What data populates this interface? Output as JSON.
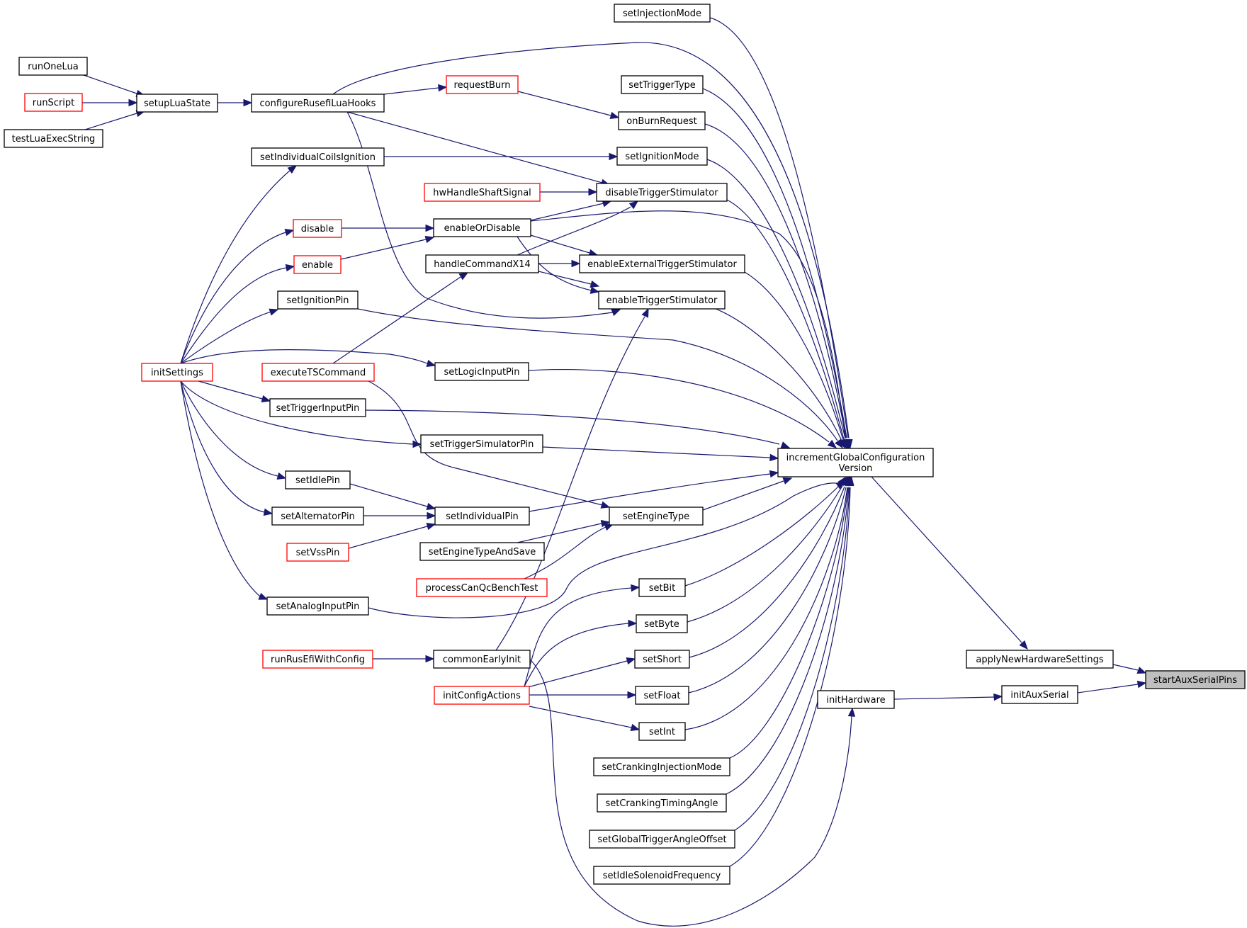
{
  "colors": {
    "edge": "#191970",
    "node_border": "#000000",
    "node_border_truncated": "#ff0000",
    "focus_fill": "#bfbfbf",
    "node_fill": "#ffffff"
  },
  "nodes": [
    {
      "id": "startAuxSerialPins",
      "lines": [
        "startAuxSerialPins"
      ],
      "style": "focus"
    },
    {
      "id": "applyNewHardwareSettings",
      "lines": [
        "applyNewHardwareSettings"
      ],
      "style": "normal"
    },
    {
      "id": "initAuxSerial",
      "lines": [
        "initAuxSerial"
      ],
      "style": "normal"
    },
    {
      "id": "incrementGlobalConfigurationVersion",
      "lines": [
        "incrementGlobalConfiguration",
        "Version"
      ],
      "style": "normal"
    },
    {
      "id": "initHardware",
      "lines": [
        "initHardware"
      ],
      "style": "normal"
    },
    {
      "id": "setInjectionMode",
      "lines": [
        "setInjectionMode"
      ],
      "style": "normal"
    },
    {
      "id": "setTriggerType",
      "lines": [
        "setTriggerType"
      ],
      "style": "normal"
    },
    {
      "id": "onBurnRequest",
      "lines": [
        "onBurnRequest"
      ],
      "style": "normal"
    },
    {
      "id": "setIgnitionMode",
      "lines": [
        "setIgnitionMode"
      ],
      "style": "normal"
    },
    {
      "id": "disableTriggerStimulator",
      "lines": [
        "disableTriggerStimulator"
      ],
      "style": "normal"
    },
    {
      "id": "enableExternalTriggerStimulator",
      "lines": [
        "enableExternalTriggerStimulator"
      ],
      "style": "normal"
    },
    {
      "id": "enableTriggerStimulator",
      "lines": [
        "enableTriggerStimulator"
      ],
      "style": "normal"
    },
    {
      "id": "setEngineType",
      "lines": [
        "setEngineType"
      ],
      "style": "normal"
    },
    {
      "id": "setBit",
      "lines": [
        "setBit"
      ],
      "style": "normal"
    },
    {
      "id": "setByte",
      "lines": [
        "setByte"
      ],
      "style": "normal"
    },
    {
      "id": "setShort",
      "lines": [
        "setShort"
      ],
      "style": "normal"
    },
    {
      "id": "setFloat",
      "lines": [
        "setFloat"
      ],
      "style": "normal"
    },
    {
      "id": "setInt",
      "lines": [
        "setInt"
      ],
      "style": "normal"
    },
    {
      "id": "setCrankingInjectionMode",
      "lines": [
        "setCrankingInjectionMode"
      ],
      "style": "normal"
    },
    {
      "id": "setCrankingTimingAngle",
      "lines": [
        "setCrankingTimingAngle"
      ],
      "style": "normal"
    },
    {
      "id": "setGlobalTriggerAngleOffset",
      "lines": [
        "setGlobalTriggerAngleOffset"
      ],
      "style": "normal"
    },
    {
      "id": "setIdleSolenoidFrequency",
      "lines": [
        "setIdleSolenoidFrequency"
      ],
      "style": "normal"
    },
    {
      "id": "requestBurn",
      "lines": [
        "requestBurn"
      ],
      "style": "truncated"
    },
    {
      "id": "hwHandleShaftSignal",
      "lines": [
        "hwHandleShaftSignal"
      ],
      "style": "truncated"
    },
    {
      "id": "enableOrDisable",
      "lines": [
        "enableOrDisable"
      ],
      "style": "normal"
    },
    {
      "id": "handleCommandX14",
      "lines": [
        "handleCommandX14"
      ],
      "style": "normal"
    },
    {
      "id": "setLogicInputPin",
      "lines": [
        "setLogicInputPin"
      ],
      "style": "normal"
    },
    {
      "id": "setTriggerSimulatorPin",
      "lines": [
        "setTriggerSimulatorPin"
      ],
      "style": "normal"
    },
    {
      "id": "setIndividualPin",
      "lines": [
        "setIndividualPin"
      ],
      "style": "normal"
    },
    {
      "id": "setEngineTypeAndSave",
      "lines": [
        "setEngineTypeAndSave"
      ],
      "style": "normal"
    },
    {
      "id": "processCanQcBenchTest",
      "lines": [
        "processCanQcBenchTest"
      ],
      "style": "truncated"
    },
    {
      "id": "commonEarlyInit",
      "lines": [
        "commonEarlyInit"
      ],
      "style": "normal"
    },
    {
      "id": "initConfigActions",
      "lines": [
        "initConfigActions"
      ],
      "style": "truncated"
    },
    {
      "id": "configureRusefiLuaHooks",
      "lines": [
        "configureRusefiLuaHooks"
      ],
      "style": "normal"
    },
    {
      "id": "setIndividualCoilsIgnition",
      "lines": [
        "setIndividualCoilsIgnition"
      ],
      "style": "normal"
    },
    {
      "id": "disable",
      "lines": [
        "disable"
      ],
      "style": "truncated"
    },
    {
      "id": "enable",
      "lines": [
        "enable"
      ],
      "style": "truncated"
    },
    {
      "id": "setIgnitionPin",
      "lines": [
        "setIgnitionPin"
      ],
      "style": "normal"
    },
    {
      "id": "executeTSCommand",
      "lines": [
        "executeTSCommand"
      ],
      "style": "truncated"
    },
    {
      "id": "setTriggerInputPin",
      "lines": [
        "setTriggerInputPin"
      ],
      "style": "normal"
    },
    {
      "id": "setIdlePin",
      "lines": [
        "setIdlePin"
      ],
      "style": "normal"
    },
    {
      "id": "setAlternatorPin",
      "lines": [
        "setAlternatorPin"
      ],
      "style": "normal"
    },
    {
      "id": "setVssPin",
      "lines": [
        "setVssPin"
      ],
      "style": "truncated"
    },
    {
      "id": "setAnalogInputPin",
      "lines": [
        "setAnalogInputPin"
      ],
      "style": "normal"
    },
    {
      "id": "runRusEfiWithConfig",
      "lines": [
        "runRusEfiWithConfig"
      ],
      "style": "truncated"
    },
    {
      "id": "setupLuaState",
      "lines": [
        "setupLuaState"
      ],
      "style": "normal"
    },
    {
      "id": "initSettings",
      "lines": [
        "initSettings"
      ],
      "style": "truncated"
    },
    {
      "id": "runOneLua",
      "lines": [
        "runOneLua"
      ],
      "style": "normal"
    },
    {
      "id": "runScript",
      "lines": [
        "runScript"
      ],
      "style": "truncated"
    },
    {
      "id": "testLuaExecString",
      "lines": [
        "testLuaExecString"
      ],
      "style": "normal"
    }
  ],
  "edges": [
    {
      "from": "applyNewHardwareSettings",
      "to": "startAuxSerialPins"
    },
    {
      "from": "initAuxSerial",
      "to": "startAuxSerialPins"
    },
    {
      "from": "incrementGlobalConfigurationVersion",
      "to": "applyNewHardwareSettings"
    },
    {
      "from": "initHardware",
      "to": "initAuxSerial"
    },
    {
      "from": "setInjectionMode",
      "to": "incrementGlobalConfigurationVersion"
    },
    {
      "from": "setTriggerType",
      "to": "incrementGlobalConfigurationVersion"
    },
    {
      "from": "onBurnRequest",
      "to": "incrementGlobalConfigurationVersion"
    },
    {
      "from": "setIgnitionMode",
      "to": "incrementGlobalConfigurationVersion"
    },
    {
      "from": "disableTriggerStimulator",
      "to": "incrementGlobalConfigurationVersion"
    },
    {
      "from": "enableExternalTriggerStimulator",
      "to": "incrementGlobalConfigurationVersion"
    },
    {
      "from": "enableTriggerStimulator",
      "to": "incrementGlobalConfigurationVersion"
    },
    {
      "from": "setEngineType",
      "to": "incrementGlobalConfigurationVersion"
    },
    {
      "from": "setBit",
      "to": "incrementGlobalConfigurationVersion"
    },
    {
      "from": "setByte",
      "to": "incrementGlobalConfigurationVersion"
    },
    {
      "from": "setShort",
      "to": "incrementGlobalConfigurationVersion"
    },
    {
      "from": "setFloat",
      "to": "incrementGlobalConfigurationVersion"
    },
    {
      "from": "setInt",
      "to": "incrementGlobalConfigurationVersion"
    },
    {
      "from": "setCrankingInjectionMode",
      "to": "incrementGlobalConfigurationVersion"
    },
    {
      "from": "setCrankingTimingAngle",
      "to": "incrementGlobalConfigurationVersion"
    },
    {
      "from": "setGlobalTriggerAngleOffset",
      "to": "incrementGlobalConfigurationVersion"
    },
    {
      "from": "setIdleSolenoidFrequency",
      "to": "incrementGlobalConfigurationVersion"
    },
    {
      "from": "configureRusefiLuaHooks",
      "to": "incrementGlobalConfigurationVersion"
    },
    {
      "from": "enableOrDisable",
      "to": "incrementGlobalConfigurationVersion"
    },
    {
      "from": "setIgnitionPin",
      "to": "incrementGlobalConfigurationVersion"
    },
    {
      "from": "setLogicInputPin",
      "to": "incrementGlobalConfigurationVersion"
    },
    {
      "from": "setTriggerInputPin",
      "to": "incrementGlobalConfigurationVersion"
    },
    {
      "from": "setTriggerSimulatorPin",
      "to": "incrementGlobalConfigurationVersion"
    },
    {
      "from": "setIndividualPin",
      "to": "incrementGlobalConfigurationVersion"
    },
    {
      "from": "setAnalogInputPin",
      "to": "incrementGlobalConfigurationVersion"
    },
    {
      "from": "commonEarlyInit",
      "to": "initHardware"
    },
    {
      "from": "requestBurn",
      "to": "onBurnRequest"
    },
    {
      "from": "setIndividualCoilsIgnition",
      "to": "setIgnitionMode"
    },
    {
      "from": "hwHandleShaftSignal",
      "to": "disableTriggerStimulator"
    },
    {
      "from": "enableOrDisable",
      "to": "disableTriggerStimulator"
    },
    {
      "from": "handleCommandX14",
      "to": "disableTriggerStimulator"
    },
    {
      "from": "configureRusefiLuaHooks",
      "to": "disableTriggerStimulator"
    },
    {
      "from": "enableOrDisable",
      "to": "enableExternalTriggerStimulator"
    },
    {
      "from": "handleCommandX14",
      "to": "enableExternalTriggerStimulator"
    },
    {
      "from": "enableOrDisable",
      "to": "enableTriggerStimulator"
    },
    {
      "from": "handleCommandX14",
      "to": "enableTriggerStimulator"
    },
    {
      "from": "configureRusefiLuaHooks",
      "to": "enableTriggerStimulator"
    },
    {
      "from": "commonEarlyInit",
      "to": "enableTriggerStimulator"
    },
    {
      "from": "setEngineTypeAndSave",
      "to": "setEngineType"
    },
    {
      "from": "processCanQcBenchTest",
      "to": "setEngineType"
    },
    {
      "from": "executeTSCommand",
      "to": "setEngineType"
    },
    {
      "from": "initConfigActions",
      "to": "setBit"
    },
    {
      "from": "initConfigActions",
      "to": "setByte"
    },
    {
      "from": "initConfigActions",
      "to": "setShort"
    },
    {
      "from": "initConfigActions",
      "to": "setFloat"
    },
    {
      "from": "initConfigActions",
      "to": "setInt"
    },
    {
      "from": "configureRusefiLuaHooks",
      "to": "requestBurn"
    },
    {
      "from": "disable",
      "to": "enableOrDisable"
    },
    {
      "from": "enable",
      "to": "enableOrDisable"
    },
    {
      "from": "executeTSCommand",
      "to": "handleCommandX14"
    },
    {
      "from": "setIdlePin",
      "to": "setIndividualPin"
    },
    {
      "from": "setAlternatorPin",
      "to": "setIndividualPin"
    },
    {
      "from": "setVssPin",
      "to": "setIndividualPin"
    },
    {
      "from": "runRusEfiWithConfig",
      "to": "commonEarlyInit"
    },
    {
      "from": "setupLuaState",
      "to": "configureRusefiLuaHooks"
    },
    {
      "from": "initSettings",
      "to": "setIndividualCoilsIgnition"
    },
    {
      "from": "initSettings",
      "to": "disable"
    },
    {
      "from": "initSettings",
      "to": "enable"
    },
    {
      "from": "initSettings",
      "to": "setIgnitionPin"
    },
    {
      "from": "initSettings",
      "to": "setLogicInputPin"
    },
    {
      "from": "initSettings",
      "to": "setTriggerInputPin"
    },
    {
      "from": "initSettings",
      "to": "setTriggerSimulatorPin"
    },
    {
      "from": "initSettings",
      "to": "setIdlePin"
    },
    {
      "from": "initSettings",
      "to": "setAlternatorPin"
    },
    {
      "from": "initSettings",
      "to": "setAnalogInputPin"
    },
    {
      "from": "runOneLua",
      "to": "setupLuaState"
    },
    {
      "from": "runScript",
      "to": "setupLuaState"
    },
    {
      "from": "testLuaExecString",
      "to": "setupLuaState"
    }
  ]
}
